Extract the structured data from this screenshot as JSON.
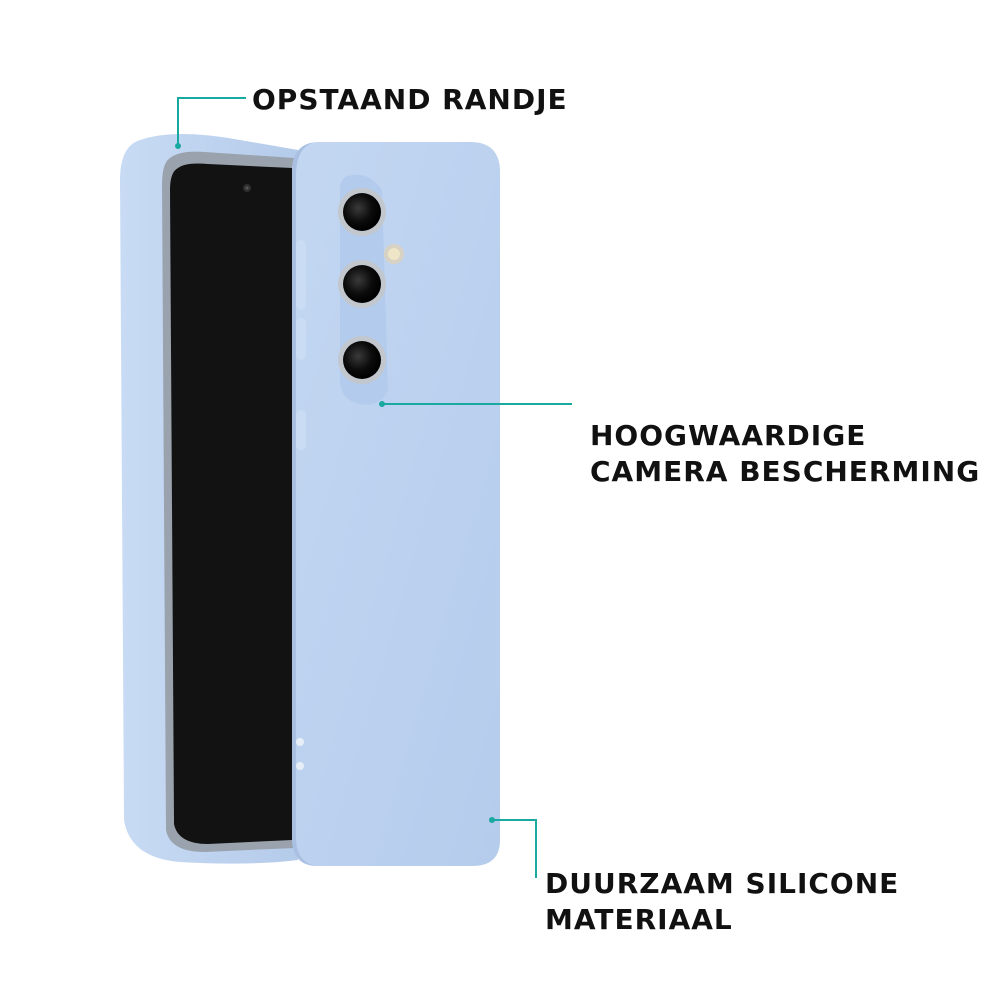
{
  "product": {
    "case_color": "#bcd2f0",
    "case_shadow_color": "#a9c0e2",
    "screen_color": "#121212",
    "accent_color": "#1aa9a0"
  },
  "callouts": {
    "rim": {
      "lines": [
        "OPSTAAND RANDJE"
      ]
    },
    "camera": {
      "lines": [
        "HOOGWAARDIGE",
        "CAMERA BESCHERMING"
      ]
    },
    "material": {
      "lines": [
        "DUURZAAM SILICONE",
        "MATERIAAL"
      ]
    }
  }
}
